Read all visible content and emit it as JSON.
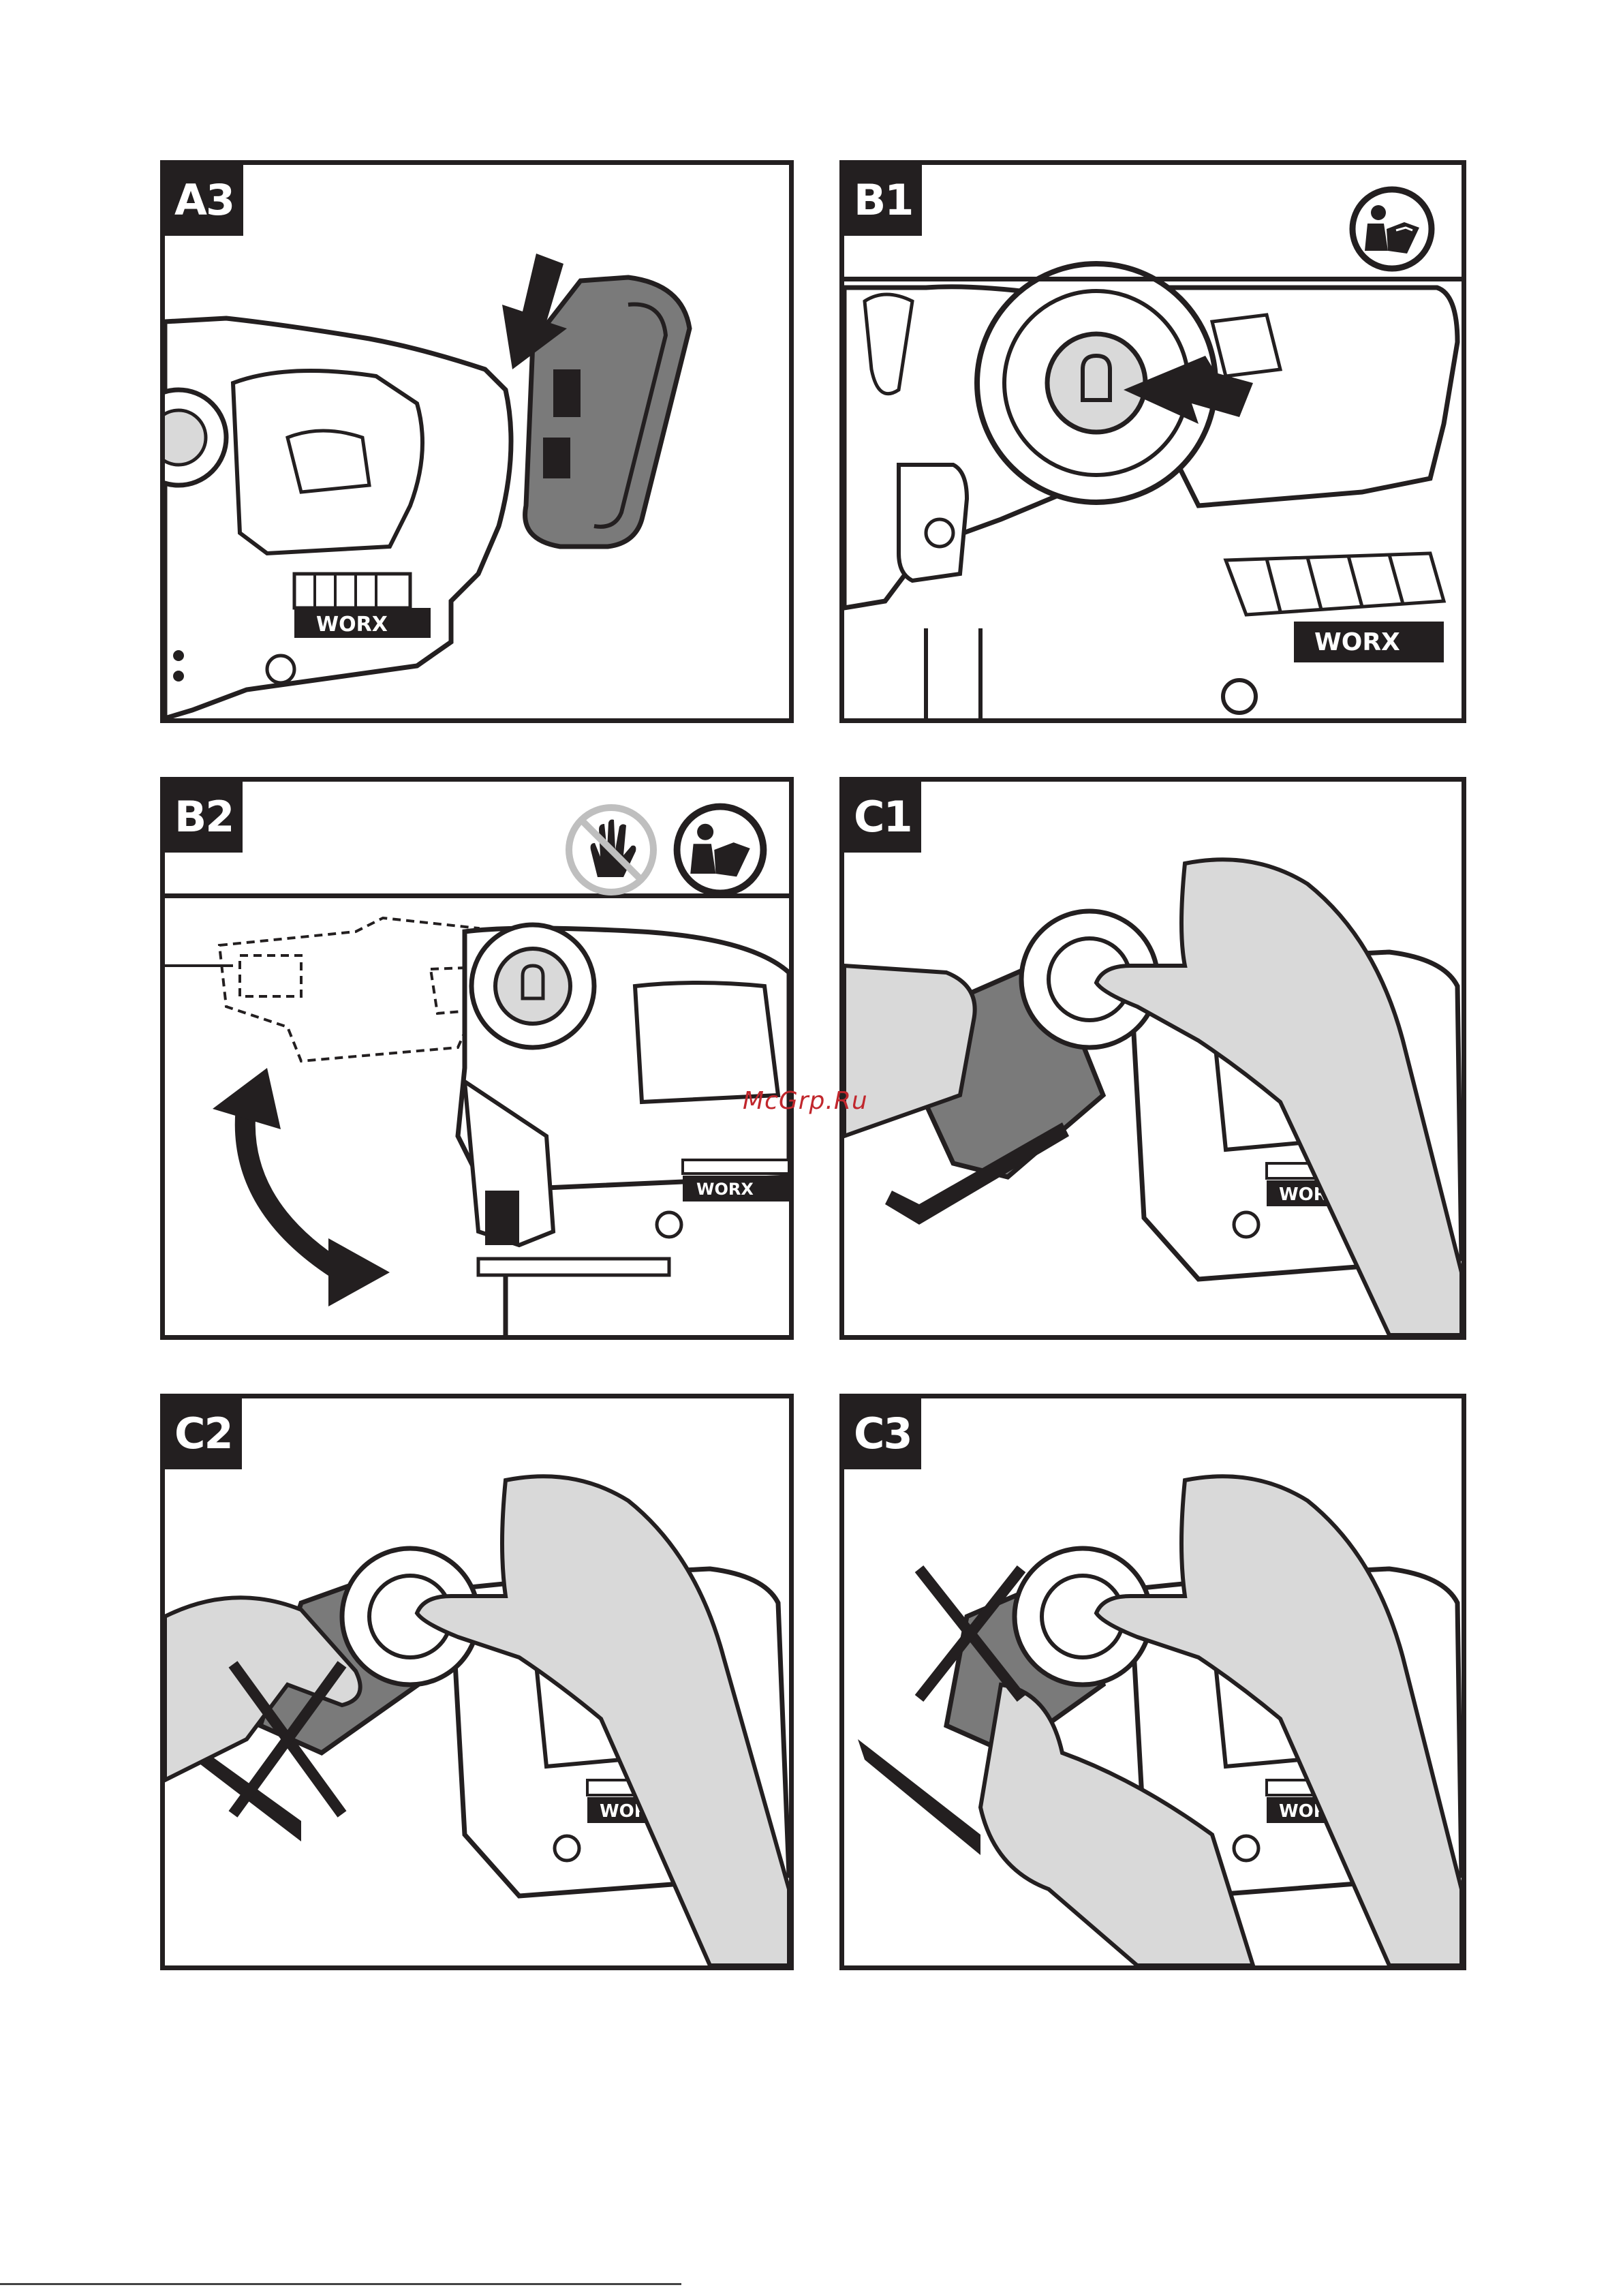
{
  "panels": {
    "a3": {
      "label": "A3",
      "brand": "WORX"
    },
    "b1": {
      "label": "B1",
      "brand": "WORX"
    },
    "b2": {
      "label": "B2",
      "brand": "WORX"
    },
    "c1": {
      "label": "C1",
      "brand": "WORX"
    },
    "c2": {
      "label": "C2",
      "brand": "WORX"
    },
    "c3": {
      "label": "C3",
      "brand": "WORX"
    }
  },
  "icons": {
    "b1": [
      "read-manual-icon"
    ],
    "b2": [
      "do-not-touch-icon",
      "read-manual-icon"
    ]
  },
  "watermark": "McGrp.Ru",
  "colors": {
    "ink": "#231f20",
    "tool_grey": "#d9d9d9",
    "battery_grey": "#7a7a7a",
    "watermark": "#c1272d"
  }
}
